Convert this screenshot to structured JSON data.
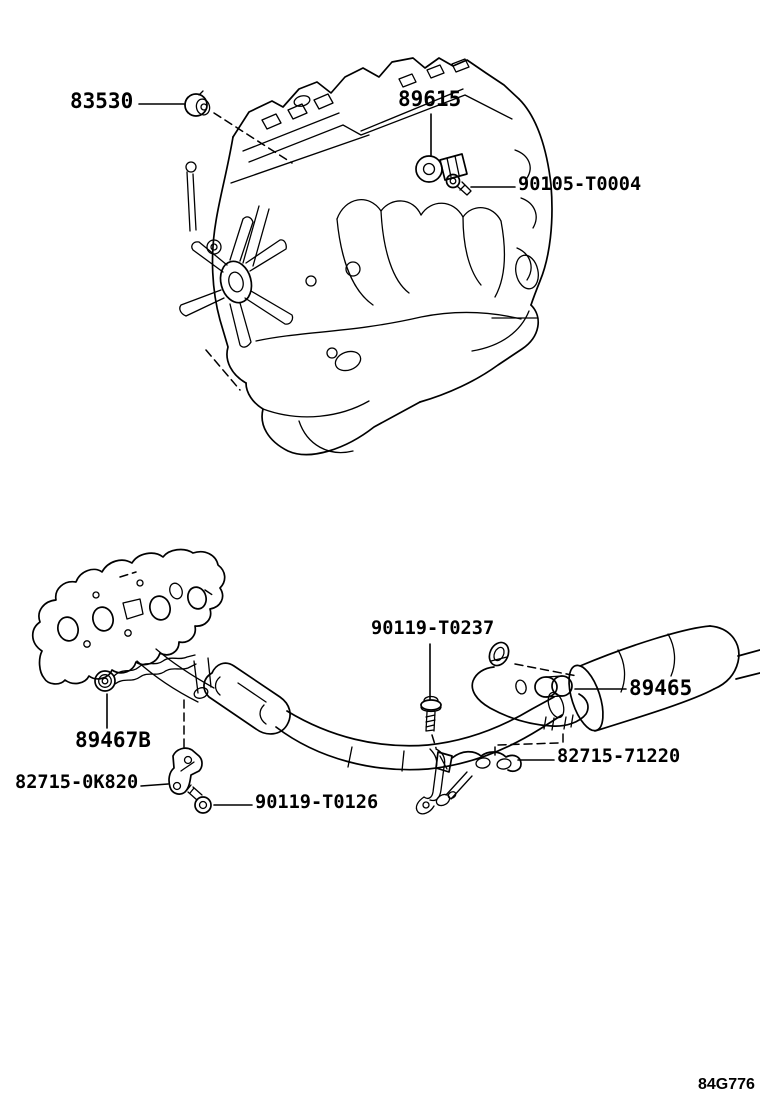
{
  "figure": {
    "code": "84G776"
  },
  "parts": {
    "p83530": "83530",
    "p89615": "89615",
    "p90105_T0004": "90105-T0004",
    "p90119_T0237": "90119-T0237",
    "p89465": "89465",
    "p89467B": "89467B",
    "p82715_0K820": "82715-0K820",
    "p90119_T0126": "90119-T0126",
    "p82715_71220": "82715-71220"
  },
  "colors": {
    "line": "#000000",
    "background": "#ffffff"
  }
}
